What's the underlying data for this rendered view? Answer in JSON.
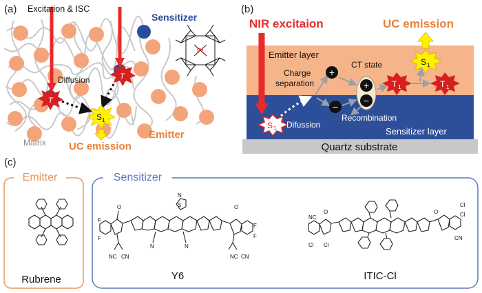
{
  "panels": {
    "a": {
      "label": "(a)",
      "excitation_label": "Excitation & ISC",
      "sensitizer_label": "Sensitizer",
      "pt_label": "Pt",
      "diffusion_label": "Diffusion",
      "t1": "T",
      "s1": "S",
      "sub1": "1",
      "matrix_label": "Matrix",
      "emitter_label": "Emitter",
      "uc_label": "UC emission"
    },
    "b": {
      "label": "(b)",
      "nir_label": "NIR excitaion",
      "uc_label": "UC emission",
      "emitter_layer_label": "Emitter layer",
      "charge_sep_line1": "Charge",
      "charge_sep_line2": "separation",
      "ct_state_label": "CT state",
      "recombination_label": "Recombination",
      "difussion_label": "Difussion",
      "sensitizer_layer_label": "Sensitizer  layer",
      "quartz_label": "Quartz substrate",
      "s1": "S",
      "t1": "T",
      "sub1": "1",
      "plus": "+",
      "minus": "−"
    },
    "c": {
      "label": "(c)",
      "emitter_box_title": "Emitter",
      "sensitizer_box_title": "Sensitizer",
      "rubrene_label": "Rubrene",
      "y6_label": "Y6",
      "itic_label": "ITIC-Cl"
    }
  },
  "colors": {
    "emitter_orange": "#f4a47a",
    "emitter_layer": "#f5b48a",
    "sensitizer_layer": "#2d4f9a",
    "sensitizer_blue": "#2a4d9b",
    "excitation_red": "#e82a2a",
    "triplet_red": "#d81f1f",
    "singlet_yellow": "#fff200",
    "uc_text_orange": "#e8823a",
    "emitter_box_border": "#e8975a",
    "sensitizer_box_border": "#5b78b8",
    "substrate_gray": "#c8c8c8"
  }
}
